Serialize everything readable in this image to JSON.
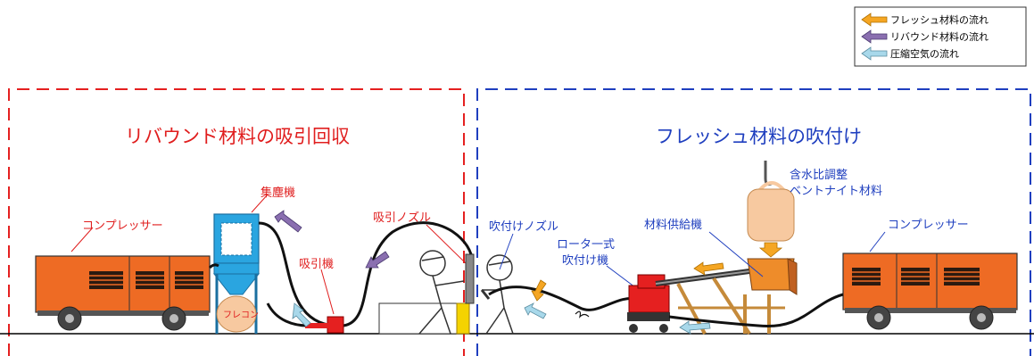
{
  "legend": {
    "items": [
      {
        "label": "フレッシュ材料の流れ",
        "color": "#f5a623"
      },
      {
        "label": "リバウンド材料の流れ",
        "color": "#8a6fb0"
      },
      {
        "label": "圧縮空気の流れ",
        "color": "#a8d8ea"
      }
    ]
  },
  "sections": {
    "left_title": "リバウンド材料の吸引回収",
    "right_title": "フレッシュ材料の吹付け"
  },
  "labels": {
    "compressor_left": "コンプレッサー",
    "dust_collector": "集塵機",
    "suction_machine": "吸引機",
    "suction_nozzle": "吸引ノズル",
    "flecon": "フレコン",
    "spray_nozzle": "吹付けノズル",
    "rotor_sprayer": "ロータ一式\n吹付け機",
    "rotor_sprayer_line1": "ロータ一式",
    "rotor_sprayer_line2": "吹付け機",
    "feeder": "材料供給機",
    "water_adjust_line1": "含水比調整",
    "water_adjust_line2": "ベントナイト材料",
    "compressor_right": "コンプレッサー"
  },
  "colors": {
    "left_border": "#e52020",
    "right_border": "#1f3fbf",
    "compressor": "#ee6b24",
    "dust_collector": "#2aa5e0",
    "bag": "#f7c9a0",
    "left_text": "#e01e1e",
    "right_text": "#1f3fbf"
  }
}
